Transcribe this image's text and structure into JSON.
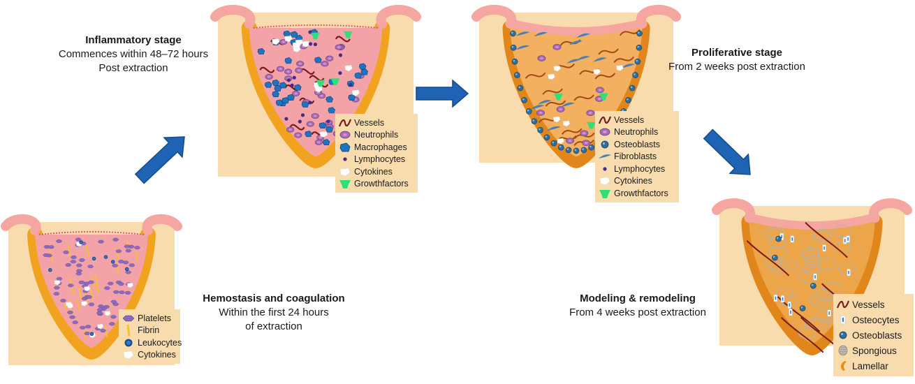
{
  "stages": [
    {
      "title": "Hemostasis and coagulation",
      "lines": [
        "Within the first 24 hours",
        "of extraction"
      ],
      "legend": [
        {
          "label": "Platelets",
          "icon": "platelet-icon"
        },
        {
          "label": "Fibrin",
          "icon": "fibrin-icon"
        },
        {
          "label": "Leukocytes",
          "icon": "leukocyte-icon"
        },
        {
          "label": "Cytokines",
          "icon": "cytokine-icon"
        }
      ]
    },
    {
      "title": "Inflammatory stage",
      "lines": [
        "Commences within 48–72 hours",
        "Post extraction"
      ],
      "legend": [
        {
          "label": "Vessels",
          "icon": "vessel-icon"
        },
        {
          "label": "Neutrophils",
          "icon": "neutrophil-icon"
        },
        {
          "label": "Macrophages",
          "icon": "macrophage-icon"
        },
        {
          "label": "Lymphocytes",
          "icon": "lymphocyte-icon"
        },
        {
          "label": "Cytokines",
          "icon": "cytokine-icon"
        },
        {
          "label": "Growthfactors",
          "icon": "growthfactor-icon"
        }
      ]
    },
    {
      "title": "Proliferative stage",
      "lines": [
        "From 2 weeks post extraction"
      ],
      "legend": [
        {
          "label": "Vessels",
          "icon": "vessel-icon"
        },
        {
          "label": "Neutrophils",
          "icon": "neutrophil-icon"
        },
        {
          "label": "Osteoblasts",
          "icon": "osteoblast-icon"
        },
        {
          "label": "Fibroblasts",
          "icon": "fibroblast-icon"
        },
        {
          "label": "Lymphocytes",
          "icon": "lymphocyte-icon"
        },
        {
          "label": "Cytokines",
          "icon": "cytokine-icon"
        },
        {
          "label": "Growthfactors",
          "icon": "growthfactor-icon"
        }
      ]
    },
    {
      "title": "Modeling & remodeling",
      "lines": [
        "From 4 weeks post extraction"
      ],
      "legend": [
        {
          "label": "Vessels",
          "icon": "vessel-icon"
        },
        {
          "label": "Osteocytes",
          "icon": "osteocyte-icon"
        },
        {
          "label": "Osteoblasts",
          "icon": "osteoblast-icon"
        },
        {
          "label": "Spongious",
          "icon": "spongious-icon"
        },
        {
          "label": "Lamellar",
          "icon": "lamellar-icon"
        }
      ]
    }
  ],
  "colors": {
    "bone": "#f9dcae",
    "gingiva": "#f08b8b",
    "gingiva_light": "#f6a6a0",
    "cortex": "#f1a320",
    "cortex_dark": "#e0861a",
    "socket_fill": "#f3a2a8",
    "arrow": "#1f63b4",
    "arrow_dark": "#154a8c",
    "vessel": "#7a1a1a",
    "neutrophil": "#a56bb8",
    "macrophage": "#1e74c0",
    "lymphocyte": "#4b2a83",
    "cytokine": "#ffffff",
    "growthfactor": "#2ee07a",
    "osteoblast": "#2f6f9f",
    "fibroblast": "#4a7fb5",
    "platelet": "#8c6bbf",
    "fibrin": "#f4c22c"
  }
}
